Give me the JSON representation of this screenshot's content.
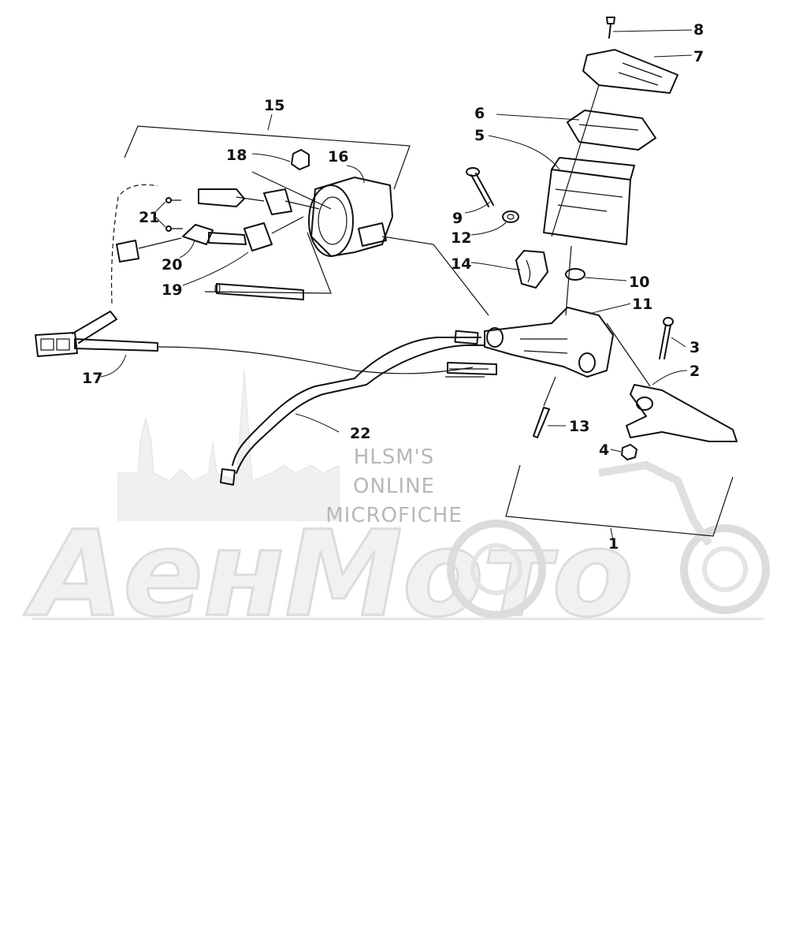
{
  "watermark": {
    "lines": [
      "HLSM'S",
      "ONLINE",
      "MICROFICHE"
    ],
    "logo_text": "AeнMoтo"
  },
  "callouts": [
    {
      "id": "1",
      "label": "1"
    },
    {
      "id": "2",
      "label": "2"
    },
    {
      "id": "3",
      "label": "3"
    },
    {
      "id": "4",
      "label": "4"
    },
    {
      "id": "5",
      "label": "5"
    },
    {
      "id": "6",
      "label": "6"
    },
    {
      "id": "7",
      "label": "7"
    },
    {
      "id": "8",
      "label": "8"
    },
    {
      "id": "9",
      "label": "9"
    },
    {
      "id": "10",
      "label": "10"
    },
    {
      "id": "11",
      "label": "11"
    },
    {
      "id": "12",
      "label": "12"
    },
    {
      "id": "13",
      "label": "13"
    },
    {
      "id": "14",
      "label": "14"
    },
    {
      "id": "15",
      "label": "15"
    },
    {
      "id": "16",
      "label": "16"
    },
    {
      "id": "17",
      "label": "17"
    },
    {
      "id": "18",
      "label": "18"
    },
    {
      "id": "19",
      "label": "19"
    },
    {
      "id": "20",
      "label": "20"
    },
    {
      "id": "21",
      "label": "21"
    },
    {
      "id": "22",
      "label": "22"
    }
  ],
  "colors": {
    "ink": "#111111",
    "watermark": "#b8b8b8",
    "logo_fill": "#f1f1f1"
  }
}
